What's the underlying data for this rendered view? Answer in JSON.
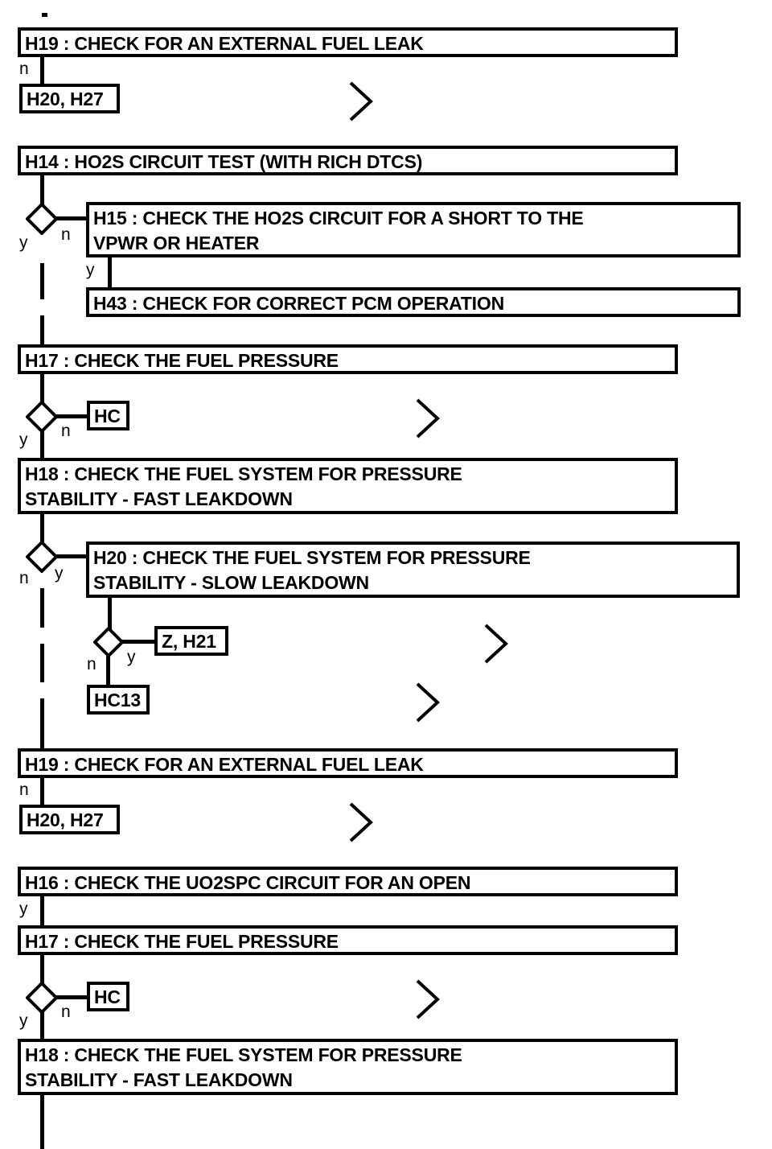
{
  "diagram": {
    "type": "flowchart",
    "title": "Fuel system / HO2S diagnostic flow",
    "nodes": [
      {
        "id": "n1",
        "label": "H19 : CHECK FOR AN EXTERNAL FUEL LEAK"
      },
      {
        "id": "n2",
        "label": "H20, H27"
      },
      {
        "id": "n3",
        "label": "H14 : HO2S CIRCUIT TEST (WITH RICH DTCS)"
      },
      {
        "id": "n4",
        "label": "H15 : CHECK THE HO2S CIRCUIT FOR A SHORT TO THE\nVPWR OR HEATER"
      },
      {
        "id": "n5",
        "label": "H43 : CHECK FOR CORRECT PCM OPERATION"
      },
      {
        "id": "n6",
        "label": "H17 : CHECK THE FUEL PRESSURE"
      },
      {
        "id": "n7",
        "label": "HC"
      },
      {
        "id": "n8",
        "label": "H18 : CHECK THE FUEL SYSTEM FOR PRESSURE\nSTABILITY - FAST LEAKDOWN"
      },
      {
        "id": "n9",
        "label": "H20 : CHECK THE FUEL SYSTEM FOR PRESSURE\nSTABILITY - SLOW LEAKDOWN"
      },
      {
        "id": "n10",
        "label": "Z, H21"
      },
      {
        "id": "n11",
        "label": "HC13"
      },
      {
        "id": "n12",
        "label": "H19 : CHECK FOR AN EXTERNAL FUEL LEAK"
      },
      {
        "id": "n13",
        "label": "H20, H27"
      },
      {
        "id": "n14",
        "label": "H16 : CHECK THE UO2SPC CIRCUIT FOR AN OPEN"
      },
      {
        "id": "n15",
        "label": "H17 : CHECK THE FUEL PRESSURE"
      },
      {
        "id": "n16",
        "label": "HC"
      },
      {
        "id": "n17",
        "label": "H18 : CHECK THE FUEL SYSTEM FOR PRESSURE\nSTABILITY - FAST LEAKDOWN"
      }
    ],
    "branch_labels": [
      {
        "id": "b1",
        "text": "n"
      },
      {
        "id": "b2",
        "text": "y"
      },
      {
        "id": "b3",
        "text": "n"
      },
      {
        "id": "b4",
        "text": "y"
      },
      {
        "id": "b5",
        "text": "y"
      },
      {
        "id": "b6",
        "text": "n"
      },
      {
        "id": "b7",
        "text": "n"
      },
      {
        "id": "b8",
        "text": "y"
      },
      {
        "id": "b9",
        "text": "n"
      },
      {
        "id": "b10",
        "text": "y"
      },
      {
        "id": "b11",
        "text": "n"
      },
      {
        "id": "b12",
        "text": "y"
      },
      {
        "id": "b13",
        "text": "y"
      },
      {
        "id": "b14",
        "text": "n"
      }
    ],
    "colors": {
      "line": "#000000",
      "fill": "#ffffff",
      "text": "#000000"
    }
  }
}
